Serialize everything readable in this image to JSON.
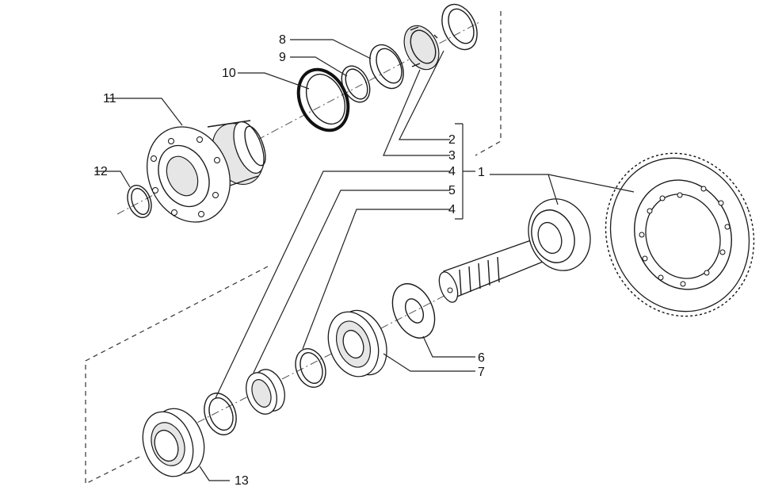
{
  "callouts": {
    "c1": "1",
    "c2": "2",
    "c3": "3",
    "c4a": "4",
    "c5": "5",
    "c4b": "4",
    "c6": "6",
    "c7": "7",
    "c8": "8",
    "c9": "9",
    "c10": "10",
    "c11": "11",
    "c12": "12",
    "c13": "13"
  }
}
